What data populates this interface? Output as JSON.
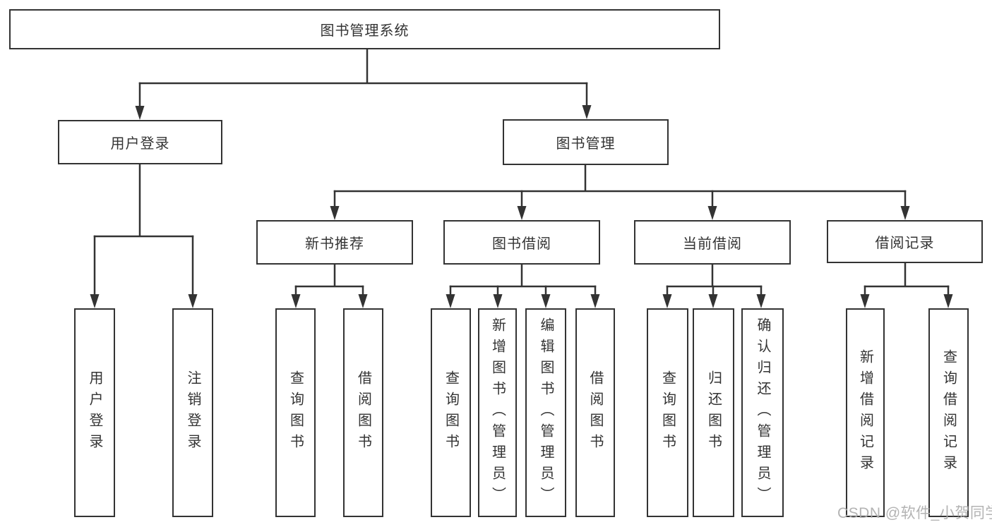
{
  "diagram": {
    "root": {
      "label": "图书管理系统"
    },
    "level2": [
      {
        "label": "用户登录",
        "parent": "图书管理系统"
      },
      {
        "label": "图书管理",
        "parent": "图书管理系统"
      }
    ],
    "level3": [
      {
        "label": "新书推荐",
        "parent": "图书管理"
      },
      {
        "label": "图书借阅",
        "parent": "图书管理"
      },
      {
        "label": "当前借阅",
        "parent": "图书管理"
      },
      {
        "label": "借阅记录",
        "parent": "图书管理"
      }
    ],
    "level4": [
      {
        "label": "用户登录",
        "parent": "用户登录"
      },
      {
        "label": "注销登录",
        "parent": "用户登录"
      },
      {
        "label": "查询图书",
        "parent": "新书推荐"
      },
      {
        "label": "借阅图书",
        "parent": "新书推荐"
      },
      {
        "label": "查询图书",
        "parent": "图书借阅"
      },
      {
        "label": "新增图书（管理员）",
        "parent": "图书借阅"
      },
      {
        "label": "编辑图书（管理员）",
        "parent": "图书借阅"
      },
      {
        "label": "借阅图书",
        "parent": "图书借阅"
      },
      {
        "label": "查询图书",
        "parent": "当前借阅"
      },
      {
        "label": "归还图书",
        "parent": "当前借阅"
      },
      {
        "label": "确认归还（管理员）",
        "parent": "当前借阅"
      },
      {
        "label": "新增借阅记录",
        "parent": "借阅记录"
      },
      {
        "label": "查询借阅记录",
        "parent": "借阅记录"
      }
    ],
    "watermark": "CSDN @软件_小贺同学",
    "colors": {
      "line": "#333333",
      "box_border": "#333333",
      "text": "#333333",
      "background": "#ffffff",
      "watermark": "#acacac"
    }
  }
}
